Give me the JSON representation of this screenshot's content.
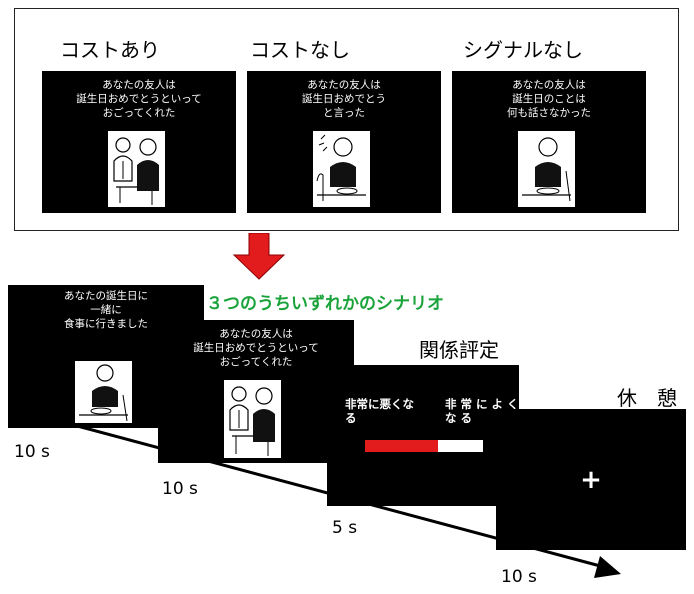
{
  "conditions": [
    {
      "label": "コストあり",
      "caption": "あなたの友人は\n誕生日おめでとうといって\nおごってくれた",
      "icon": "friend-paying-illustration"
    },
    {
      "label": "コストなし",
      "caption": "あなたの友人は\n誕生日おめでとう\nと言った",
      "icon": "friend-waving-illustration"
    },
    {
      "label": "シグナルなし",
      "caption": "あなたの友人は\n誕生日のことは\n何も話さなかった",
      "icon": "friend-silent-illustration"
    }
  ],
  "arrow_color": "#e21c1c",
  "scenario_label": "３つのうちいずれかのシナリオ",
  "scenario_color": "#1aa33a",
  "trial": {
    "intro_caption": "あなたの誕生日に\n一緒に\n食事に行きました",
    "scenario_caption": "あなたの友人は\n誕生日おめでとうといって\nおごってくれた",
    "rating_title": "関係評定",
    "rating_left": "非常に悪くな\nる",
    "rating_right": "非 常 に よ く\nな る",
    "rating_fill_fraction": 0.62,
    "rating_fill_color": "#e21c1c",
    "rest_title": "休　憩",
    "fixation": "+"
  },
  "durations": [
    "10 s",
    "10 s",
    "5 s",
    "10 s"
  ]
}
